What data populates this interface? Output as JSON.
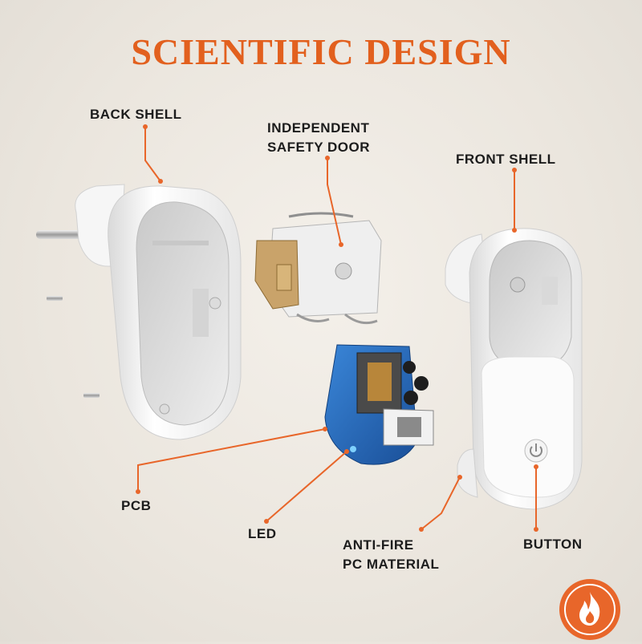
{
  "title": "SCIENTIFIC DESIGN",
  "labels": {
    "back_shell": "BACK SHELL",
    "safety_door": [
      "INDEPENDENT",
      "SAFETY DOOR"
    ],
    "front_shell": "FRONT SHELL",
    "pcb": "PCB",
    "led": "LED",
    "anti_fire": [
      "ANTI-FIRE",
      "PC MATERIAL"
    ],
    "button": "BUTTON"
  },
  "icons": {
    "badge": "fire-icon",
    "power": "power-icon"
  },
  "colors": {
    "accent": "#e2601e",
    "leader_line": "#e8662a",
    "background": "#ece7df",
    "pcb_board": "#2a6fc0"
  }
}
